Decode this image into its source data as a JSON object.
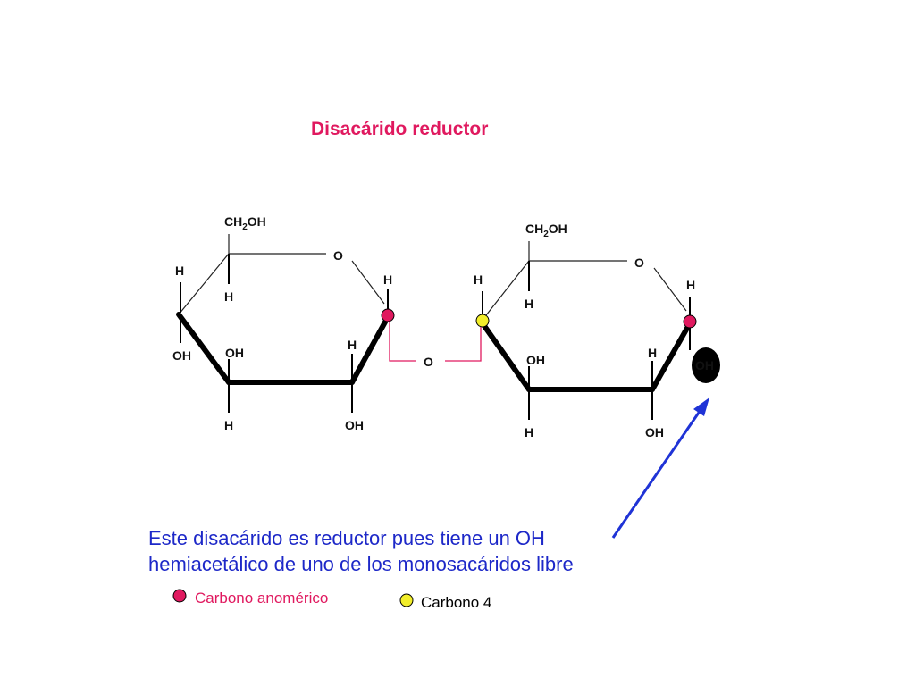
{
  "title": "Disacárido reductor",
  "colors": {
    "title": "#e0195f",
    "anomeric": "#e0195f",
    "carbon4": "#f2ee2a",
    "caption": "#1d28c8",
    "arrow": "#1f33d6",
    "bond_oxygen": "#e0195f",
    "free_oh_fill": "#000000",
    "free_oh_text": "#ff3333"
  },
  "ring1": {
    "ch2oh": "CH",
    "ch2oh_sub": "2",
    "ch2oh_tail": "OH",
    "ring_o": "O",
    "c5_h": "H",
    "c4_h": "H",
    "c4_oh": "OH",
    "c3_oh": "OH",
    "c3_h": "H",
    "c2_h": "H",
    "c2_oh": "OH",
    "c1_h": "H"
  },
  "glycosidic_o": "O",
  "ring2": {
    "ch2oh": "CH",
    "ch2oh_sub": "2",
    "ch2oh_tail": "OH",
    "ring_o": "O",
    "c5_h": "H",
    "c4_h": "H",
    "c3_oh": "OH",
    "c3_h": "H",
    "c2_h": "H",
    "c2_oh": "OH",
    "c1_h": "H",
    "c1_oh": "OH"
  },
  "caption": {
    "line1": "Este disacárido es reductor pues tiene un OH",
    "line2": "hemiacetálico de uno de los monosacáridos libre"
  },
  "legend": {
    "anomeric_label": "Carbono anomérico",
    "carbon4_label": "Carbono 4"
  }
}
